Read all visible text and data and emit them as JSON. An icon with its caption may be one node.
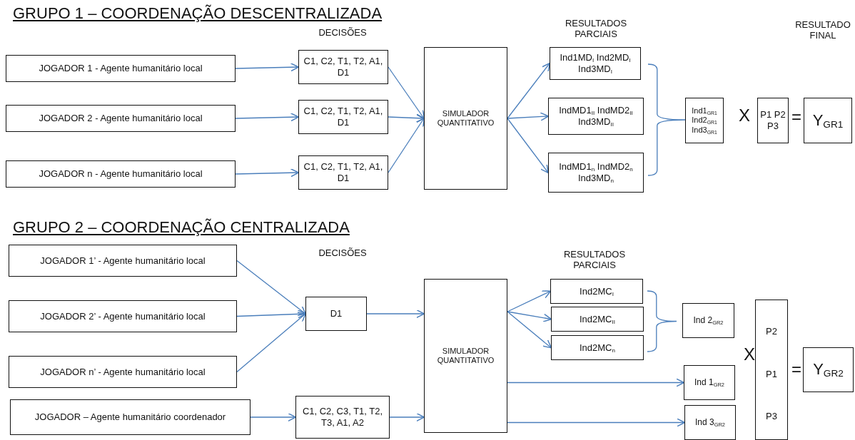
{
  "diagram": {
    "nodes": [
      {
        "text": [
          "JOGADOR 1 - Agente humanitário local"
        ]
      },
      {
        "text": [
          "JOGADOR 2 - Agente humanitário local"
        ]
      },
      {
        "text": [
          "JOGADOR n - Agente humanitário local"
        ]
      },
      {
        "text": [
          "C1, C2, T1, T2, A1, D1"
        ]
      },
      {
        "text": [
          "C1, C2, T1, T2, A1, D1"
        ]
      },
      {
        "text": [
          "C1, C2, T1, T2, A1, D1"
        ]
      },
      {
        "text": [
          "SIMULADOR QUANTITATIVO"
        ]
      },
      {
        "text": [
          "Ind1MD$_{I}$ Ind2MD$_{I}$ Ind3MD$_{I}$"
        ]
      },
      {
        "text": [
          "IndMD1$_{II}$ IndMD2$_{II}$ Ind3MD$_{II}$"
        ]
      },
      {
        "text": [
          "IndMD1$_{n}$ IndMD2$_{n}$ Ind3MD$_{n}$"
        ]
      },
      {
        "text": [
          "Ind1$_{GR1}$ Ind2$_{GR1}$ Ind3$_{GR1}$"
        ]
      },
      {
        "text": [
          "P1 P2 P3"
        ]
      },
      {
        "text": [
          "Y$_{GR1}$"
        ]
      },
      {
        "text": [
          "JOGADOR 1’ - Agente humanitário local"
        ]
      },
      {
        "text": [
          "JOGADOR 2’ - Agente humanitário local"
        ]
      },
      {
        "text": [
          "JOGADOR n’ - Agente humanitário local"
        ]
      },
      {
        "text": [
          "JOGADOR – Agente humanitário coordenador"
        ]
      },
      {
        "text": [
          "D1"
        ]
      },
      {
        "text": [
          "C1, C2, C3, T1, T2, T3, A1, A2"
        ]
      },
      {
        "text": [
          "SIMULADOR QUANTITATIVO"
        ]
      },
      {
        "text": [
          "Ind2MC$_{I}$"
        ]
      },
      {
        "text": [
          "Ind2MC$_{II}$"
        ]
      },
      {
        "text": [
          "Ind2MC$_{n}$"
        ]
      },
      {
        "text": [
          "Ind 2$_{GR2}$"
        ]
      },
      {
        "text": [
          "Ind 1$_{GR2}$"
        ]
      },
      {
        "text": [
          "Ind 3$_{GR2}$"
        ]
      },
      {
        "text": [
          "P2",
          "P1",
          "P3"
        ]
      },
      {
        "text": [
          "Y$_{GR2}$"
        ]
      }
    ],
    "edges": [
      {
        "from": 0,
        "to": 3,
        "arrow": "to"
      },
      {
        "from": 1,
        "to": 4,
        "arrow": "to"
      },
      {
        "from": 2,
        "to": 5,
        "arrow": "to"
      },
      {
        "from": 3,
        "to": 6,
        "arrow": "to"
      },
      {
        "from": 4,
        "to": 6,
        "arrow": "to"
      },
      {
        "from": 5,
        "to": 6,
        "arrow": "to"
      },
      {
        "from": 6,
        "to": 7,
        "arrow": "to"
      },
      {
        "from": 6,
        "to": 8,
        "arrow": "to"
      },
      {
        "from": 6,
        "to": 9,
        "arrow": "to"
      },
      {
        "from": 13,
        "to": 17,
        "arrow": "to"
      },
      {
        "from": 14,
        "to": 17,
        "arrow": "to"
      },
      {
        "from": 15,
        "to": 17,
        "arrow": "to"
      },
      {
        "from": 17,
        "to": 19,
        "arrow": "to"
      },
      {
        "from": 16,
        "to": 18,
        "arrow": "to"
      },
      {
        "from": 18,
        "to": 19,
        "arrow": "to"
      },
      {
        "from": 19,
        "to": 20,
        "arrow": "to"
      },
      {
        "from": 19,
        "to": 21,
        "arrow": "to"
      },
      {
        "from": 19,
        "to": 22,
        "arrow": "to"
      },
      {
        "from": 19,
        "to": 24,
        "arrow": "to"
      },
      {
        "from": 19,
        "to": 25,
        "arrow": "to"
      }
    ],
    "labels": [
      "GRUPO 1 – COORDENAÇÃO DESCENTRALIZADA",
      "DECISÕES",
      "RESULTADOS PARCIAIS",
      "RESULTADO FINAL",
      "X",
      "=",
      "GRUPO 2 – COORDENAÇÃO CENTRALIZADA",
      "DECISÕES",
      "RESULTADOS PARCIAIS",
      "X",
      "="
    ]
  }
}
